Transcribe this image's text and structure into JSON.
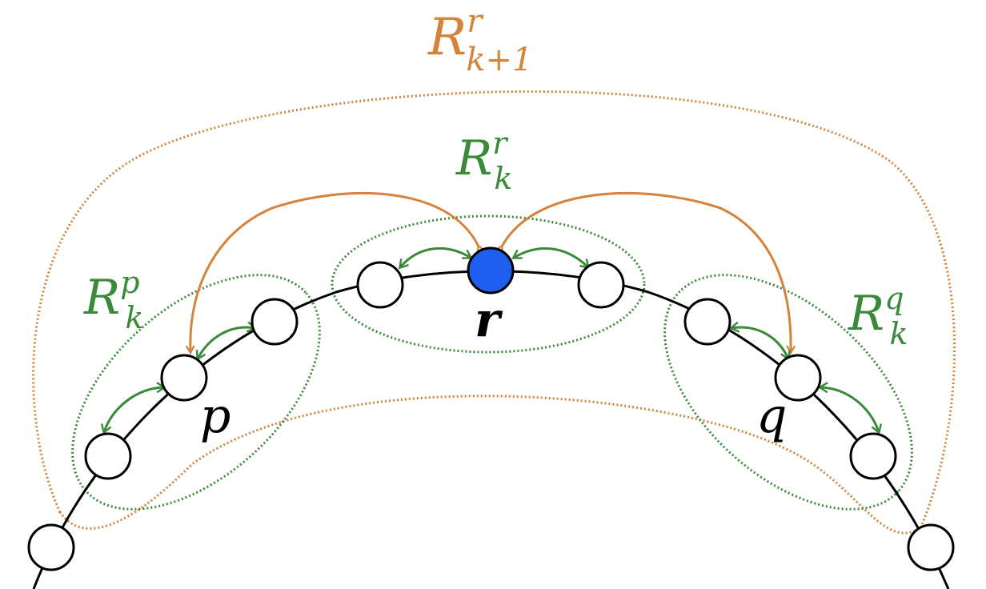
{
  "labels": {
    "r_k_plus_1": {
      "base": "R",
      "sup": "r",
      "sub": "k+1"
    },
    "r_k": {
      "base": "R",
      "sup": "r",
      "sub": "k"
    },
    "p_k": {
      "base": "R",
      "sup": "p",
      "sub": "k"
    },
    "q_k": {
      "base": "R",
      "sup": "q",
      "sub": "k"
    },
    "node_r": "r",
    "node_p": "p",
    "node_q": "q"
  },
  "colors": {
    "orange": "#d4833a",
    "green": "#3a8a3a",
    "highlight_node": "#1f5fef",
    "stroke": "#000000"
  }
}
